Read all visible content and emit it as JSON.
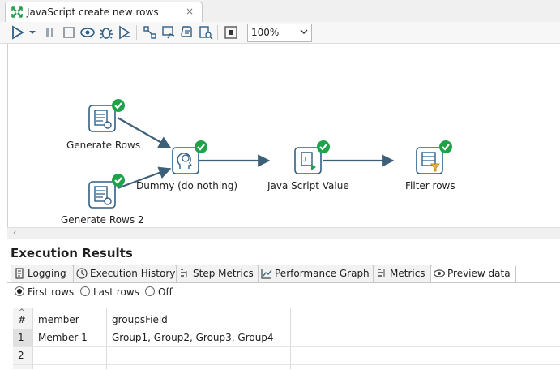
{
  "editor_tab": {
    "title": "JavaScript  create new rows",
    "close_glyph": "×"
  },
  "toolbar": {
    "zoom_value": "100%"
  },
  "steps": [
    {
      "id": "gen1",
      "label": "Generate Rows",
      "icon": "generate-rows-icon"
    },
    {
      "id": "gen2",
      "label": "Generate Rows 2",
      "icon": "generate-rows-icon"
    },
    {
      "id": "dummy",
      "label": "Dummy (do nothing)",
      "icon": "dummy-icon"
    },
    {
      "id": "js",
      "label": "Java Script Value",
      "icon": "javascript-icon"
    },
    {
      "id": "filter",
      "label": "Filter rows",
      "icon": "filter-rows-icon"
    }
  ],
  "status_badge": "check-ok",
  "colors": {
    "accent": "#2f5f86",
    "ok": "#1ea34a",
    "hop": "#3e5f78"
  },
  "results": {
    "title": "Execution Results",
    "tabs": [
      {
        "label": "Logging",
        "icon": "logging-icon"
      },
      {
        "label": "Execution History",
        "icon": "history-icon"
      },
      {
        "label": "Step Metrics",
        "icon": "step-metrics-icon"
      },
      {
        "label": "Performance Graph",
        "icon": "performance-graph-icon"
      },
      {
        "label": "Metrics",
        "icon": "metrics-icon"
      },
      {
        "label": "Preview data",
        "icon": "preview-icon"
      }
    ],
    "radios": [
      {
        "label": "First rows",
        "selected": true
      },
      {
        "label": "Last rows",
        "selected": false
      },
      {
        "label": "Off",
        "selected": false
      }
    ],
    "columns": [
      "#",
      "member",
      "groupsField"
    ],
    "rows": [
      {
        "num": "1",
        "member": "Member 1",
        "groupsField": "Group1, Group2, Group3, Group4"
      },
      {
        "num": "2",
        "member": "",
        "groupsField": ""
      }
    ]
  }
}
